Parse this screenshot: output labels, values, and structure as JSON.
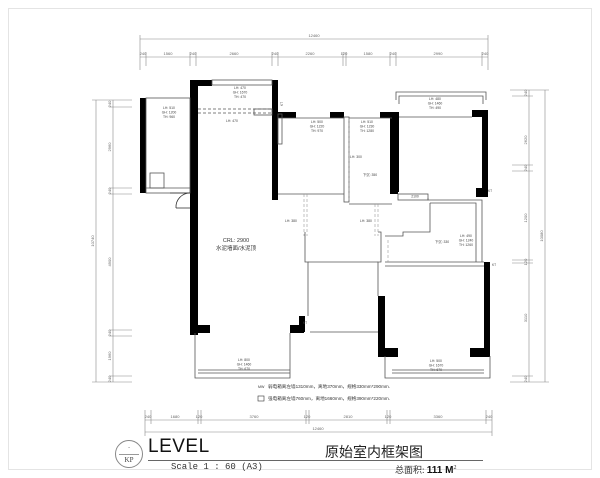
{
  "drawing": {
    "title": "原始室内框架图",
    "level_label": "LEVEL",
    "scale_label": "Scale  1 : 60  (A3)",
    "area_label": "总面积:",
    "area_value": "111 M",
    "area_unit_sup": "2",
    "north_marker": {
      "top": "·",
      "bottom": "KP"
    }
  },
  "dimensions": {
    "top_total": "12460",
    "top_segments": [
      "240",
      "1560",
      "240",
      "2660",
      "240",
      "2260",
      "120",
      "1580",
      "240",
      "2990",
      "240"
    ],
    "bottom_total": "12460",
    "bottom_segments": [
      "240",
      "1680",
      "120",
      "3760",
      "120",
      "2810",
      "120",
      "3360",
      "240"
    ],
    "left_total": "10740",
    "left_segments": [
      "240",
      "2960",
      "240",
      "4900",
      "240",
      "1960",
      "240"
    ],
    "right_total": "10080",
    "right_segments": [
      "240",
      "2620",
      "240",
      "1200",
      "120",
      "3110",
      "240"
    ]
  },
  "annotations": {
    "living_ceiling": "CRL: 2900",
    "living_finish": "水泥墙面/水泥顶",
    "legend": [
      {
        "symbol": "MW",
        "text": "弱电箱离左墙1310mm，离地370mm，规格330mm*290mm."
      },
      {
        "symbol": "⊠",
        "text": "强电箱离左墙760mm，离地1660mm，规格390mm*220mm."
      }
    ],
    "rooms": [
      {
        "id": "top-left-room",
        "window": [
          "LH: 510",
          "GH: 1200",
          "TH: 960"
        ]
      },
      {
        "id": "living-top-window",
        "window": [
          "LH: 470",
          "GH: 1670",
          "TH: 470"
        ],
        "extra": "LH: 470"
      },
      {
        "id": "bedroom-middle",
        "window": [
          "LH: 500",
          "GH: 1220",
          "TH: 970"
        ]
      },
      {
        "id": "bathroom",
        "window": [
          "LH: 510",
          "GH: 1230",
          "TH: 1280"
        ],
        "beam": "LH: 300",
        "drop": "下沉: 350"
      },
      {
        "id": "master-bedroom",
        "window": [
          "LH: 480",
          "GH: 1460",
          "TH: 490"
        ],
        "tag": "2100"
      },
      {
        "id": "kitchen",
        "window": [
          "LH: 490",
          "GH: 1240",
          "TH: 1260"
        ],
        "drop": "下沉: 330"
      },
      {
        "id": "balcony",
        "window": [
          "LH: 800",
          "GH: 1460",
          "TH: 670"
        ]
      },
      {
        "id": "bottom-right-bedroom",
        "window": [
          "LH: 500",
          "GH: 1670",
          "TH: 670"
        ]
      }
    ],
    "beams": [
      "LH: 380",
      "LH: 380"
    ],
    "wall_tags": [
      "KT",
      "KT",
      "KT",
      "KT"
    ]
  }
}
